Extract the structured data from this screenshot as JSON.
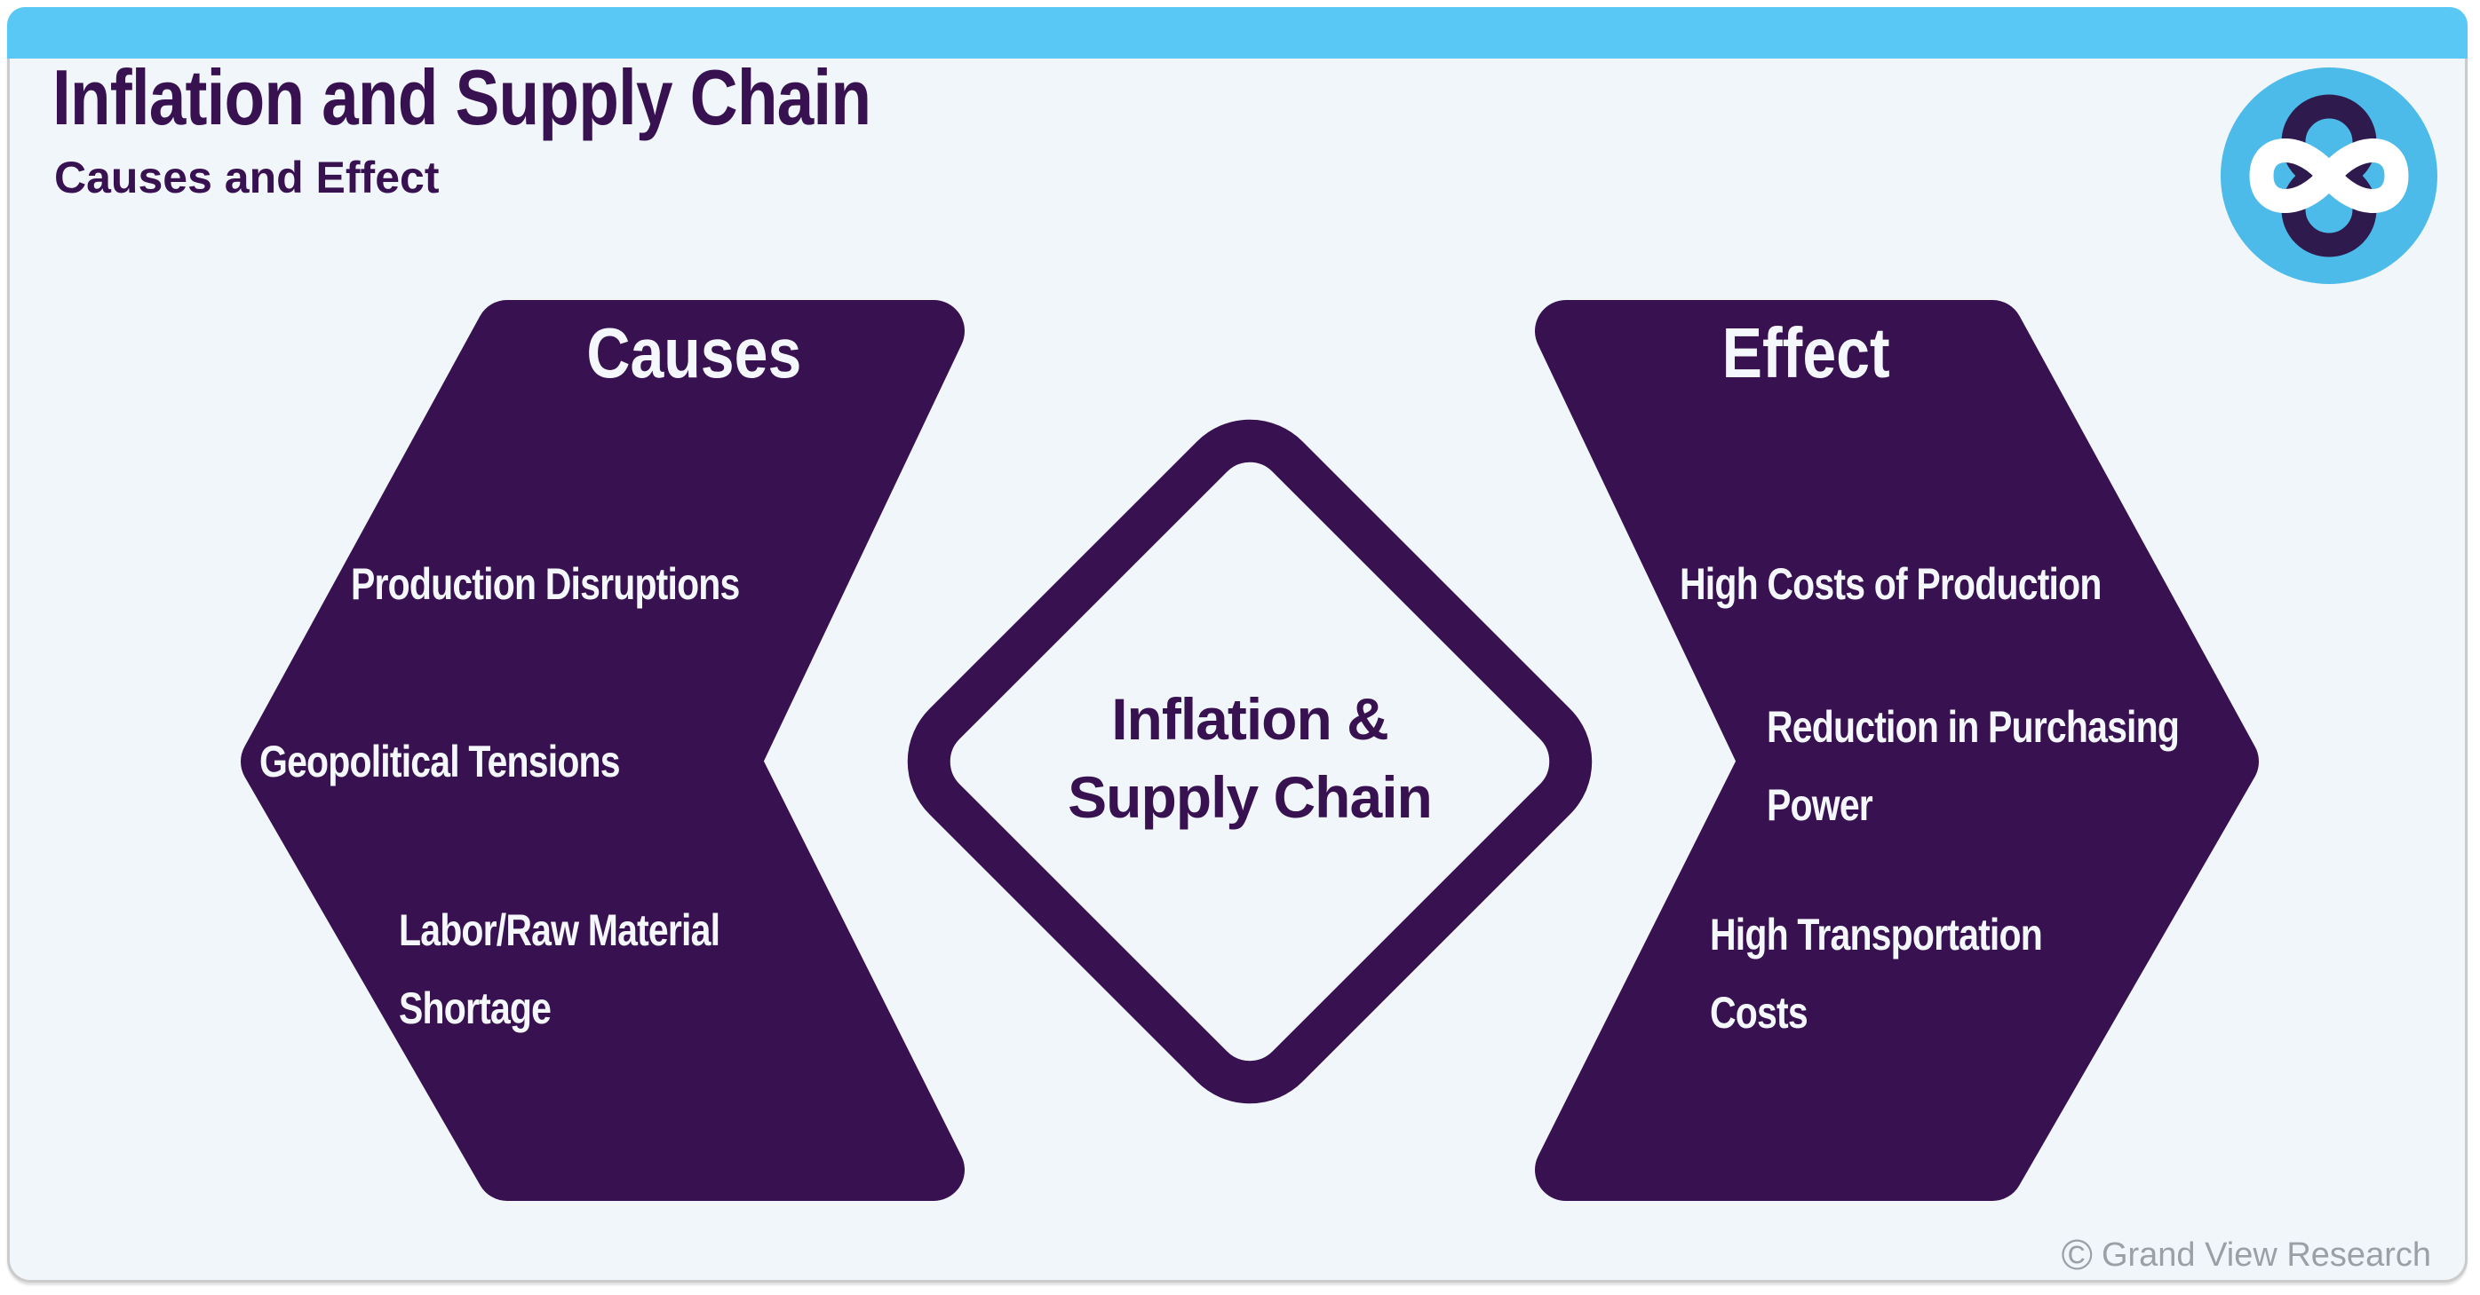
{
  "page": {
    "title": "Inflation and Supply Chain",
    "subtitle": "Causes and Effect"
  },
  "colors": {
    "purple": "#371150",
    "sky_blue": "#5AC8F5",
    "logo_blue": "#4DBBE9",
    "card_bg": "#F1F6FA",
    "text_light": "#F4F7FB",
    "copyright_gray": "#9AA0A6"
  },
  "diagram": {
    "causes": {
      "header": "Causes",
      "items": [
        {
          "lines": [
            "Production Disruptions"
          ]
        },
        {
          "lines": [
            "Geopolitical Tensions"
          ]
        },
        {
          "lines": [
            "Labor/Raw Material",
            "Shortage"
          ]
        }
      ]
    },
    "effect": {
      "header": "Effect",
      "items": [
        {
          "lines": [
            "High Costs of Production"
          ]
        },
        {
          "lines": [
            "Reduction in Purchasing",
            "Power"
          ]
        },
        {
          "lines": [
            "High Transportation",
            "Costs"
          ]
        }
      ]
    },
    "center": {
      "lines": [
        "Inflation &",
        "Supply Chain"
      ]
    }
  },
  "footer": {
    "copyright_symbol": "©",
    "copyright_text": "Grand View Research"
  },
  "logo": {
    "name": "grand-view-research-logo"
  }
}
